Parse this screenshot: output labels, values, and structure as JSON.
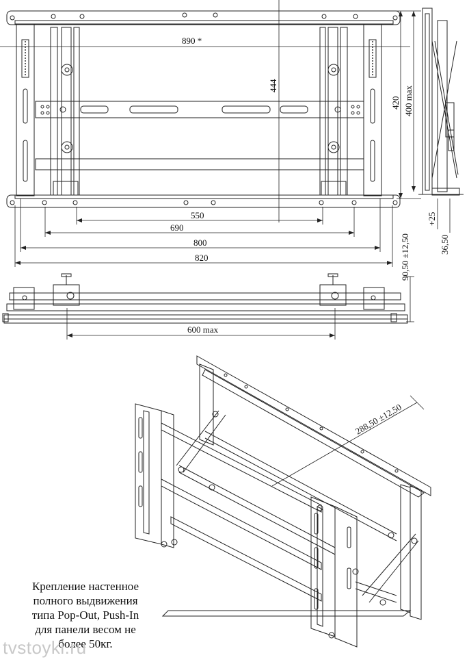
{
  "front_view": {
    "dim_width_top": "890 *",
    "dim_height_center": "444",
    "dim_holes_550": "550",
    "dim_holes_690": "690",
    "dim_width_800": "800",
    "dim_width_820": "820"
  },
  "side_view": {
    "dim_height_420": "420",
    "dim_height_max": "400 max",
    "dim_offset_plus": "+25",
    "dim_offset_base": "36,50"
  },
  "bottom_view": {
    "dim_depth": "90,50 ±12,50",
    "dim_span_max": "600 max"
  },
  "iso_view": {
    "dim_extension": "288,50 ±12,50"
  },
  "caption": {
    "line1": "Крепление настенное",
    "line2": "полного выдвижения",
    "line3": "типа Pop-Out, Push-In",
    "line4": "для панели весом не",
    "line5": "более 50кг."
  },
  "watermark": "tvstoyki.ru"
}
